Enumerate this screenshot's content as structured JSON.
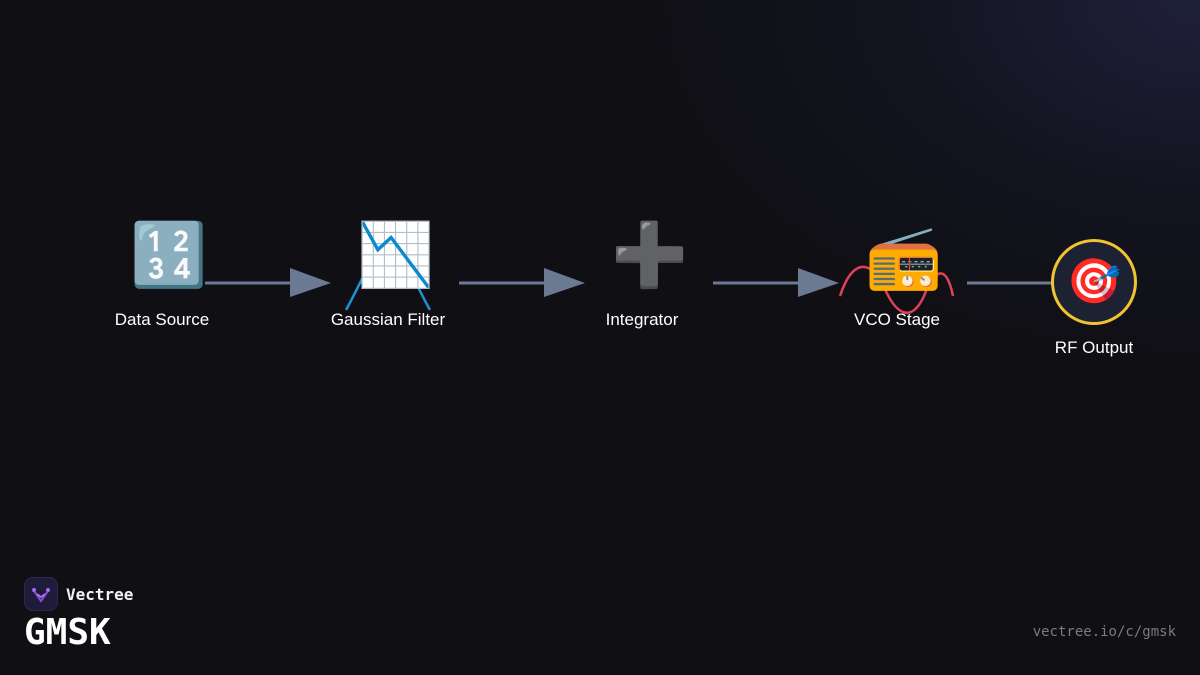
{
  "diagram": {
    "nodes": [
      {
        "id": "data-source",
        "label": "Data Source",
        "icon": "input-numbers-icon",
        "glyph": "🔢"
      },
      {
        "id": "gaussian-filter",
        "label": "Gaussian Filter",
        "icon": "chart-decreasing-icon",
        "glyph": "📉"
      },
      {
        "id": "integrator",
        "label": "Integrator",
        "icon": "plus-icon",
        "glyph": "➕"
      },
      {
        "id": "vco-stage",
        "label": "VCO Stage",
        "icon": "radio-icon",
        "glyph": "📻"
      },
      {
        "id": "rf-output",
        "label": "RF Output",
        "icon": "target-icon",
        "glyph": "🎯"
      }
    ],
    "edges": [
      {
        "from": "data-source",
        "to": "gaussian-filter"
      },
      {
        "from": "gaussian-filter",
        "to": "integrator"
      },
      {
        "from": "integrator",
        "to": "vco-stage"
      },
      {
        "from": "vco-stage",
        "to": "rf-output"
      }
    ]
  },
  "brand": {
    "name": "Vectree",
    "logo_icon": "vectree-logo-icon"
  },
  "title": "GMSK",
  "url": "vectree.io/c/gmsk",
  "colors": {
    "background": "#0f0f14",
    "arrow": "#6b7a92",
    "gaussian_curve": "#1e90d6",
    "vco_wave": "#e0405a",
    "output_ring": "#f1c232",
    "brand_logo": "#8a4ad8"
  }
}
